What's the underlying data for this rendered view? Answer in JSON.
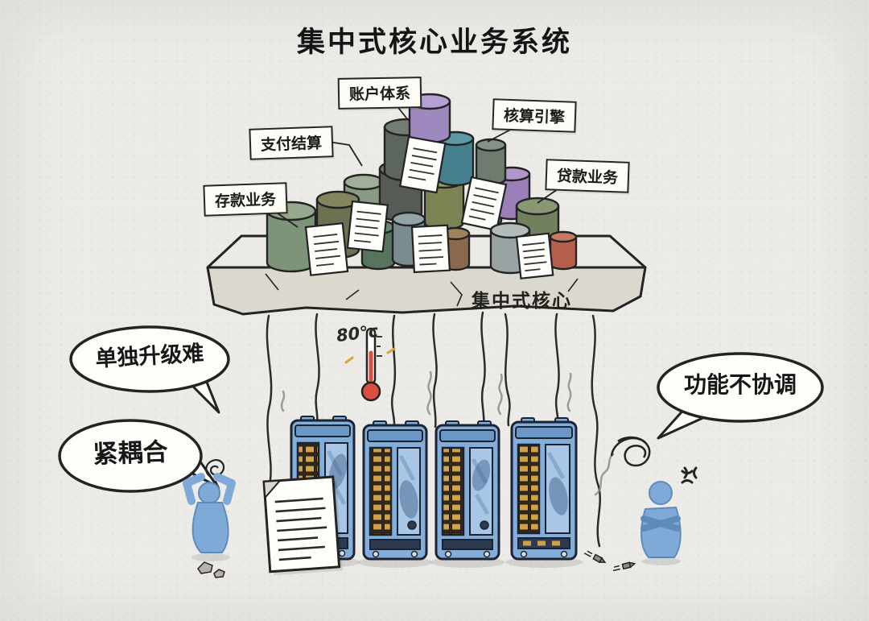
{
  "title": "集中式核心业务系统",
  "module_labels": {
    "account": "账户体系",
    "engine": "核算引擎",
    "payment": "支付结算",
    "loan": "贷款业务",
    "deposit": "存款业务"
  },
  "platform": {
    "label": "集中式核心"
  },
  "thermometer": {
    "reading": "80°c"
  },
  "speech_bubbles": {
    "upgrade": "单独升级难",
    "coupling": "紧耦合",
    "coordination": "功能不协调"
  },
  "colors": {
    "background": "#edebe7",
    "ink": "#232323",
    "paper": "#fdfdfa",
    "server_blue": "#84aeda",
    "vent_gold": "#cfa24a",
    "mercury_red": "#d8503f",
    "figure_blue": "#7fa9d6"
  }
}
